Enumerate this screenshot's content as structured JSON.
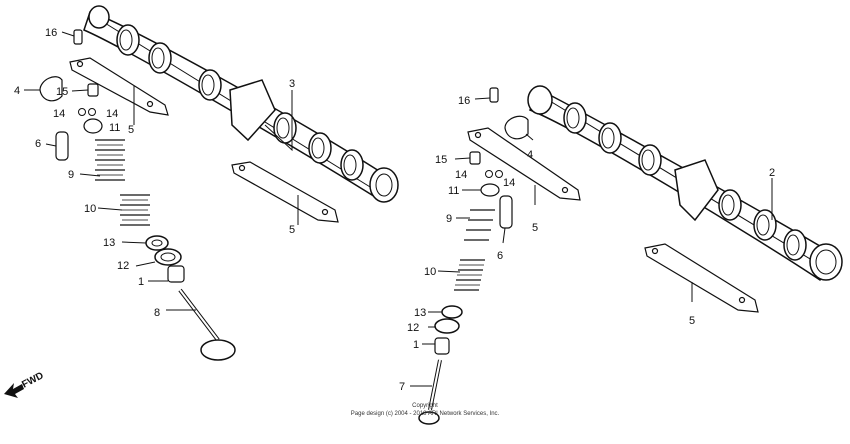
{
  "diagram": {
    "labels": {
      "l16a": "16",
      "l4a": "4",
      "l15a": "15",
      "l14a1": "14",
      "l14a2": "14",
      "l11a": "11",
      "l6a": "6",
      "l5a1": "5",
      "l9a": "9",
      "l3": "3",
      "l10a": "10",
      "l5a2": "5",
      "l13a": "13",
      "l12a": "12",
      "l1a": "1",
      "l8": "8",
      "l16b": "16",
      "l15b": "15",
      "l14b1": "14",
      "l14b2": "14",
      "l4b": "4",
      "l11b": "11",
      "l9b": "9",
      "l5b1": "5",
      "l6b": "6",
      "l2": "2",
      "l10b": "10",
      "l5b2": "5",
      "l13b": "13",
      "l12b": "12",
      "l1b": "1",
      "l7": "7"
    },
    "fwd_label": "FWD",
    "copyright": {
      "line1": "Copyright",
      "line2": "Page design (c) 2004 - 2018 ARI Network Services, Inc."
    }
  }
}
